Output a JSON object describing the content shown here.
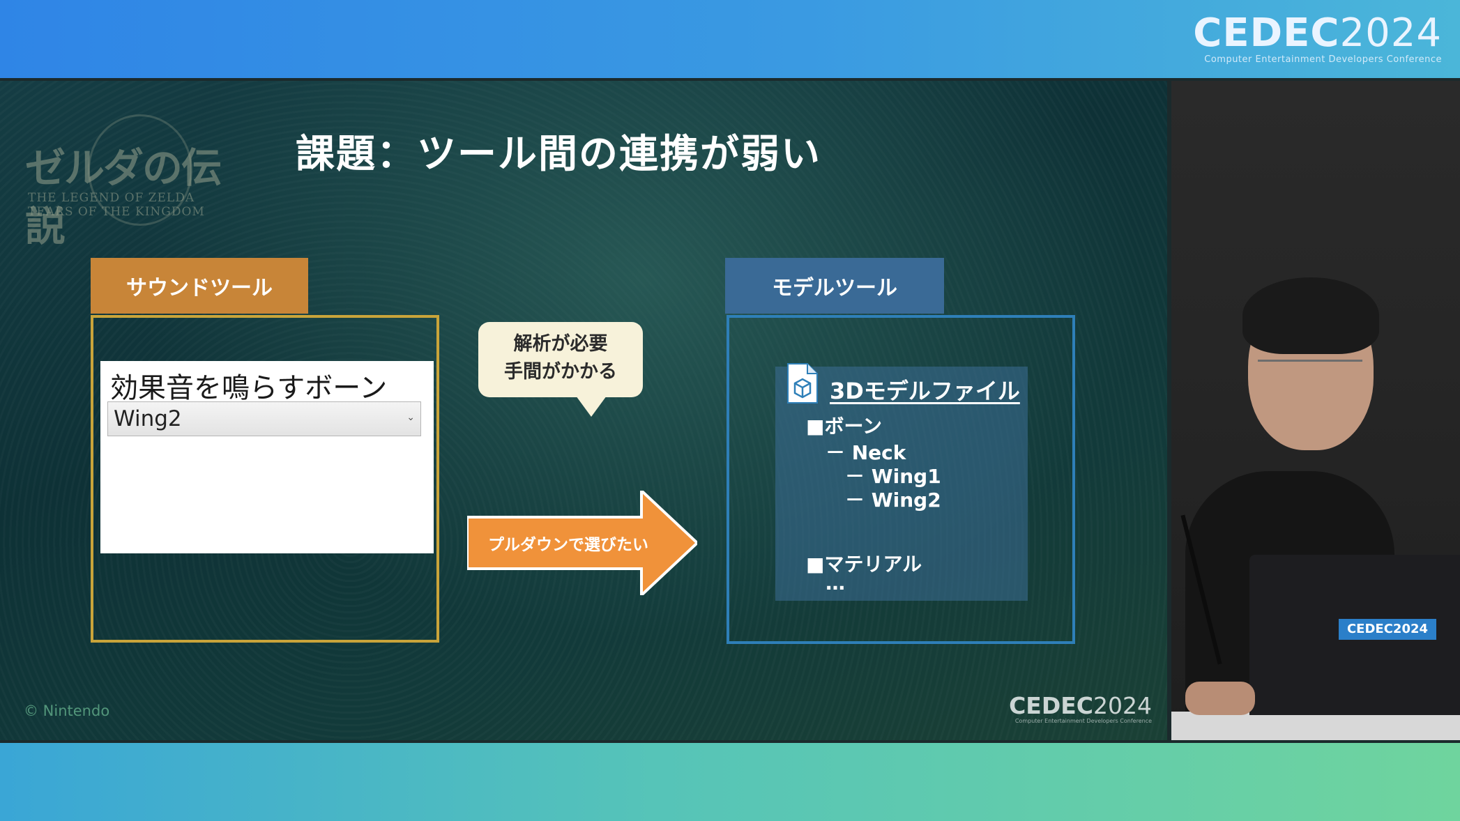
{
  "frame": {
    "logo_main": "CEDEC",
    "logo_year": "2024",
    "logo_sub": "Computer Entertainment Developers Conference"
  },
  "slide": {
    "game_logo_jp": "ゼルダの伝説",
    "game_logo_en": "THE LEGEND OF ZELDA  TEARS OF THE KINGDOM",
    "title": "課題：ツール間の連携が弱い",
    "sound_tool": {
      "tab_label": "サウンドツール",
      "field_label": "効果音を鳴らすボーン",
      "select_value": "Wing2"
    },
    "callout": {
      "line1": "解析が必要",
      "line2": "手間がかかる"
    },
    "arrow_label": "プルダウンで選びたい",
    "model_tool": {
      "tab_label": "モデルツール",
      "file_title": "3Dモデルファイル",
      "tree": [
        {
          "text": "■ボーン"
        },
        {
          "text": "－ Neck"
        },
        {
          "text": "－ Wing1"
        },
        {
          "text": "－ Wing2"
        },
        {
          "text": "■マテリアル"
        },
        {
          "text": "…"
        }
      ]
    },
    "copyright": "© Nintendo",
    "footer_logo_main": "CEDEC",
    "footer_logo_year": "2024",
    "footer_logo_sub": "Computer Entertainment Developers Conference"
  },
  "camera": {
    "laptop_badge": "CEDEC2024"
  },
  "colors": {
    "sound_tab": "#c88538",
    "sound_border": "#c9a43a",
    "model_tab": "#3a6a96",
    "model_border": "#2e7fb8",
    "arrow": "#f0923a",
    "callout": "#f7f2da"
  }
}
